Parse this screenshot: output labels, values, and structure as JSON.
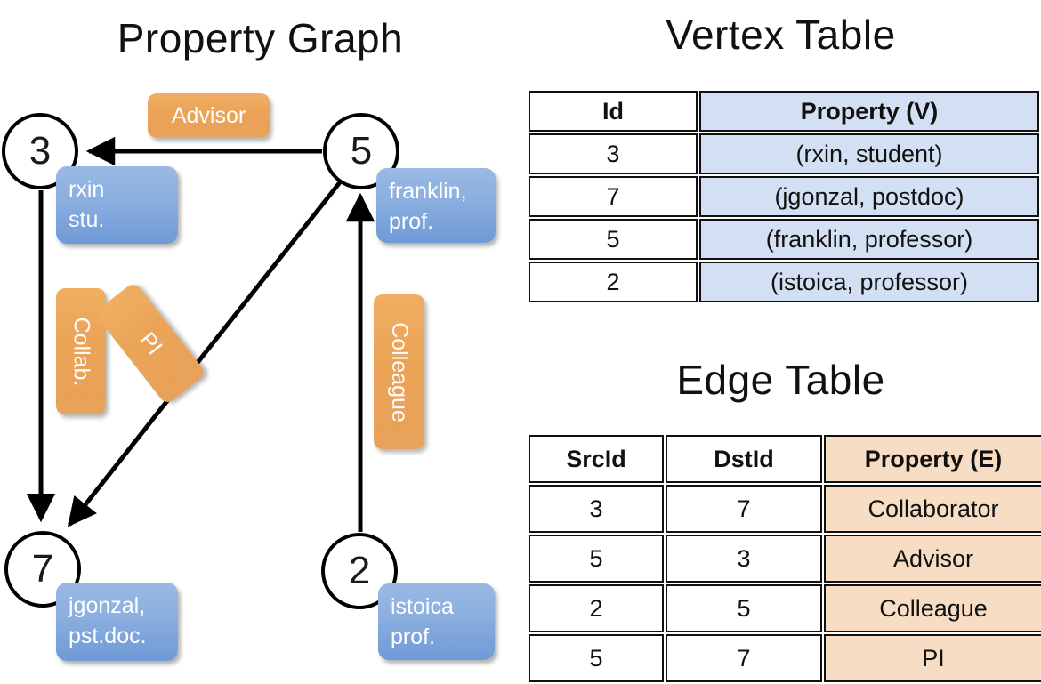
{
  "titles": {
    "property_graph": "Property Graph",
    "vertex_table": "Vertex Table",
    "edge_table": "Edge Table"
  },
  "graph": {
    "nodes": [
      {
        "id": "3",
        "property_lines": [
          "rxin",
          "stu."
        ]
      },
      {
        "id": "5",
        "property_lines": [
          "franklin,",
          "prof."
        ]
      },
      {
        "id": "7",
        "property_lines": [
          "jgonzal,",
          "pst.doc."
        ]
      },
      {
        "id": "2",
        "property_lines": [
          "istoica",
          "prof."
        ]
      }
    ],
    "edge_labels": [
      {
        "name": "advisor-label",
        "text": "Advisor",
        "from": "5",
        "to": "3"
      },
      {
        "name": "collab-label",
        "text": "Collab.",
        "from": "3",
        "to": "7"
      },
      {
        "name": "pi-label",
        "text": "PI",
        "from": "5",
        "to": "7"
      },
      {
        "name": "colleague-label",
        "text": "Colleague",
        "from": "2",
        "to": "5"
      }
    ],
    "colors": {
      "vertex_box": "#8cb0e0",
      "edge_box": "#eaa357",
      "node_stroke": "#000000"
    }
  },
  "vertex_table": {
    "headers": [
      "Id",
      "Property (V)"
    ],
    "rows": [
      {
        "id": "3",
        "property": "(rxin, student)"
      },
      {
        "id": "7",
        "property": "(jgonzal, postdoc)"
      },
      {
        "id": "5",
        "property": "(franklin, professor)"
      },
      {
        "id": "2",
        "property": "(istoica, professor)"
      }
    ],
    "property_column_color": "#d3dff2"
  },
  "edge_table": {
    "headers": [
      "SrcId",
      "DstId",
      "Property (E)"
    ],
    "rows": [
      {
        "src": "3",
        "dst": "7",
        "property": "Collaborator"
      },
      {
        "src": "5",
        "dst": "3",
        "property": "Advisor"
      },
      {
        "src": "2",
        "dst": "5",
        "property": "Colleague"
      },
      {
        "src": "5",
        "dst": "7",
        "property": "PI"
      }
    ],
    "property_column_color": "#f6ddc3"
  }
}
